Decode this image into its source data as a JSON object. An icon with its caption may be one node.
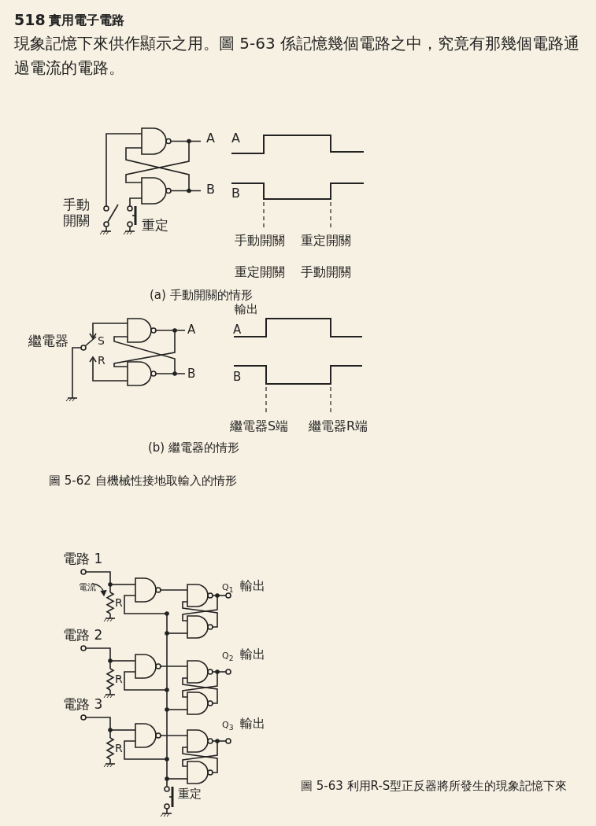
{
  "diagram": {
    "labels": [
      "518",
      "實用電子電路",
      "現象記憶下來供作顯示之用。圖 5-63 係記憶幾個電路之中，究竟有那幾個電路通過電流的電路。",
      "A",
      "A",
      "B",
      "B",
      "手動開關",
      "重定",
      "手動開關",
      "重定開關",
      "重定開關",
      "手動開關",
      "(a) 手動開關的情形",
      "輸出",
      "A",
      "A",
      "繼電器",
      "S",
      "R",
      "B",
      "B",
      "繼電器S端",
      "繼電器R端",
      "(b) 繼電器的情形",
      "圖 5-62 自機械性接地取輸入的情形",
      "電路 1",
      "電流",
      "R",
      "Q$_{1}$",
      "輸出",
      "電路 2",
      "R",
      "Q$_{2}$",
      "輸出",
      "電路 3",
      "R",
      "Q$_{3}$",
      "輸出",
      "重定",
      "圖 5-63 利用R-S型正反器將所發生的現象記憶下來"
    ]
  }
}
